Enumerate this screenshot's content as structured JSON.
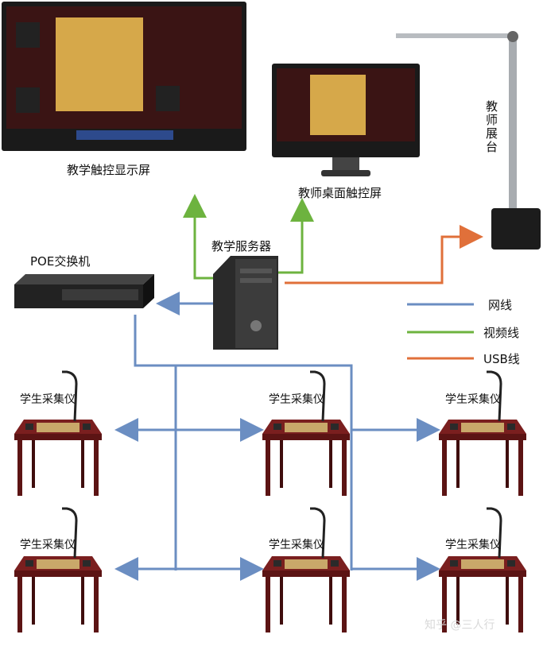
{
  "labels": {
    "big_screen": "教学触控显示屏",
    "desktop_screen": "教师桌面触控屏",
    "doc_camera": "教师展台",
    "server": "教学服务器",
    "switch": "POE交换机",
    "student_device": "学生采集仪"
  },
  "legend": [
    {
      "label": "网线",
      "color": "#6b8ec2"
    },
    {
      "label": "视频线",
      "color": "#6db33f"
    },
    {
      "label": "USB线",
      "color": "#e0703a"
    }
  ],
  "watermark": "知乎 @三人行",
  "colors": {
    "network": "#6b8ec2",
    "video": "#6db33f",
    "usb": "#e0703a"
  }
}
